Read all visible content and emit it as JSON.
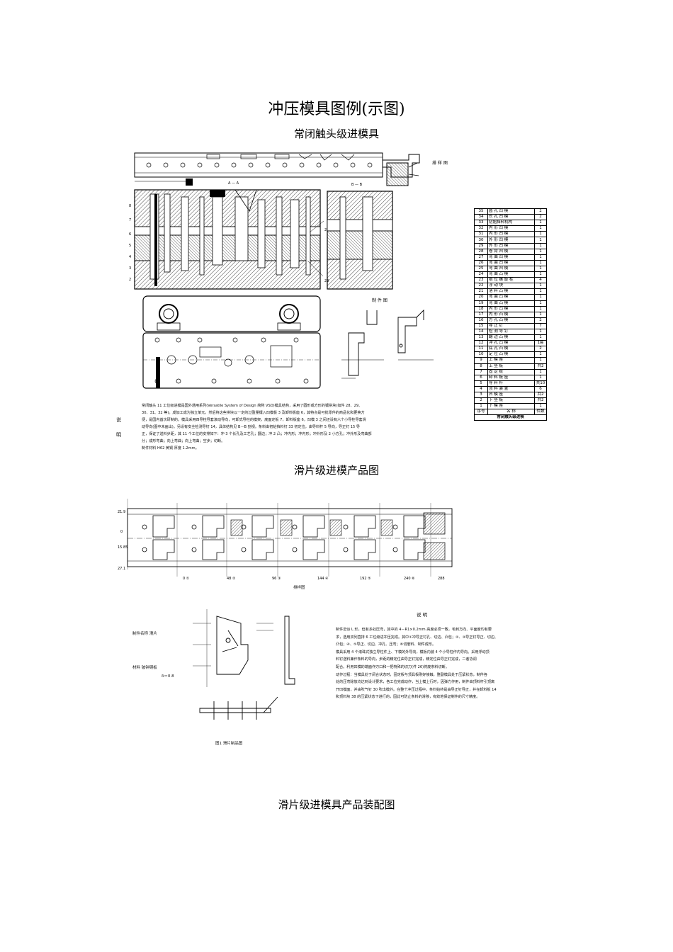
{
  "title": "冲压模具图例(示图)",
  "section1": {
    "caption": "常闭触头级进模具",
    "strip_label": "排 样 图",
    "section_aa": "A — A",
    "section_bb": "B — B",
    "part_label": "制 件 图",
    "side_label_1": "说",
    "side_label_2": "明",
    "description": [
      "常闭触头 11 工位级进模是国外通用系列(Versatile System of Design 简称 VSD)模具结构，采用了圆形或方形的镶拼块(如件 28、29、",
      "30、31、32 等)。成加工成为独立单元，然后将这些拼块以一定的过盈量镶入凹模板 3 及卸料板座 6，其特点是可批零件的商品化和更换方",
      "便，是国内首次研制的。模具采用四导柱导套滚动导向，可卸式导柱的模架，底面定板 7，卸料板座 6，凹模 3 之间还设有六个小导柱导套滑",
      "动导向(图中未画出)。另设有安全检测导钉 14，具体结构见 B－B 剖视。条料由初始挡料钉 33 初定位，由导料杆 5 导向，导正钉 15 导",
      "正，保证了送料步距，其 11 个工位的安排如下：冲 3 个长孔及工艺孔；翻边；冲 2 凸；冲内形；冲内形；冲外形及 2 小方孔；冲外形及弯曲部",
      "分；成形弯曲；向上弯曲；向上弯曲；空步；切断。",
      "制件材料 H62 黄铜  厚度 1.2mm。"
    ],
    "bom_footer_left": "序号",
    "bom_footer_mid": "名    称",
    "bom_footer_right": "件数",
    "bom_title": "常闭触头级进模",
    "bom": [
      {
        "no": "35",
        "name": "圆 孔 凹 模",
        "qty": "2"
      },
      {
        "no": "34",
        "name": "长 孔 凹 模",
        "qty": "2"
      },
      {
        "no": "33",
        "name": "初始挡料机构",
        "qty": "1"
      },
      {
        "no": "32",
        "name": "内 形 凹 模",
        "qty": "1"
      },
      {
        "no": "31",
        "name": "内 形 凹 模",
        "qty": "1"
      },
      {
        "no": "30",
        "name": "外 形 凹 模",
        "qty": "1"
      },
      {
        "no": "29",
        "name": "外 形 凹 模",
        "qty": "1"
      },
      {
        "no": "28",
        "name": "卷 臂 凹 模",
        "qty": "1"
      },
      {
        "no": "27",
        "name": "弯 曲 凹 模",
        "qty": "1"
      },
      {
        "no": "26",
        "name": "弯 曲 凹 模",
        "qty": "1"
      },
      {
        "no": "25",
        "name": "弯 曲 凹 模",
        "qty": "1"
      },
      {
        "no": "24",
        "name": "弯 曲 凸 模",
        "qty": "1"
      },
      {
        "no": "23",
        "name": "限 位 螺 旋 柱",
        "qty": "4"
      },
      {
        "no": "22",
        "name": "浮    动    块",
        "qty": "1"
      },
      {
        "no": "21",
        "name": "落 料 凸 模",
        "qty": "1"
      },
      {
        "no": "20",
        "name": "弯 曲 凸 模",
        "qty": "1"
      },
      {
        "no": "19",
        "name": "弯 曲 凸 模",
        "qty": "1"
      },
      {
        "no": "18",
        "name": "内 形 凸 模",
        "qty": "1"
      },
      {
        "no": "17",
        "name": "内 形 凸 模",
        "qty": "1"
      },
      {
        "no": "16",
        "name": "方 孔 凸 模",
        "qty": "2"
      },
      {
        "no": "15",
        "name": "导    正    钉",
        "qty": "7"
      },
      {
        "no": "14",
        "name": "检 测 导 钉",
        "qty": "1"
      },
      {
        "no": "13",
        "name": "翻 边 凸 模",
        "qty": "1"
      },
      {
        "no": "12",
        "name": "冲 孔 凸 模",
        "qty": "1套"
      },
      {
        "no": "11",
        "name": "底 孔 凸 模",
        "qty": "2"
      },
      {
        "no": "10",
        "name": "定 位 凸 模",
        "qty": "1"
      },
      {
        "no": "9",
        "name": "上    模    座",
        "qty": "1"
      },
      {
        "no": "8",
        "name": "上    垫    板",
        "qty": "共2"
      },
      {
        "no": "7",
        "name": "固    定    板",
        "qty": "1"
      },
      {
        "no": "6",
        "name": "卸 料 板 座",
        "qty": "1"
      },
      {
        "no": "5",
        "name": "导    料    杆",
        "qty": "共10"
      },
      {
        "no": "4",
        "name": "顶 料 装 置",
        "qty": "6"
      },
      {
        "no": "3",
        "name": "凹    模    座",
        "qty": "共2"
      },
      {
        "no": "2",
        "name": "下    垫    板",
        "qty": "共2"
      },
      {
        "no": "1",
        "name": "下    模    座",
        "qty": "1"
      }
    ]
  },
  "section2": {
    "caption": "滑片级进模产品图",
    "strip_label": "排样图",
    "strip_dims": [
      "21.9",
      "0",
      "15.85",
      "27.1"
    ],
    "strip_stations": [
      "0 ①",
      "48 ②",
      "96 ③",
      "144 ④",
      "192 ⑤",
      "240 ⑥",
      "288"
    ],
    "part_name_label": "制件名称  滑片",
    "material_label": "材料  铍钟铜板",
    "thickness_label": "δ＝0.8",
    "figure_caption": "图1  滑片制品图",
    "explain_title": "说    明",
    "explain": [
      "制件近似 L 形，但有多处压弯，其中的 4－R1×0.2mm 高度必须一致，毛刺方向、平面度均有要",
      "求，选用双列直排 6 工位级进冲压完成。其中①冲导正钉孔、切边、凸包；②、③导正钉导正、切边、",
      "凸包；④、⑤导正、切边、冲孔、压弯；⑥切废料、制件成形。",
      "模具采用 4 个滚珠式独立导柱件上、下模的外导向，模板内装 4 个小导柱作内导向。采用浮动顶",
      "料钉送料兼作条料的导向，步距的精定位由导正钉完成，精定位由导正钉完成，二者协调",
      "配合。利用凹模的端面作刃口和一把特殊的切刀(件 26)将废条料切断。",
      "动作过程：当模具处于闭合状态时，固定板与顶具板刚好接触，整副模具处于压紧状态，制件各",
      "处的压弯除放均达到设计要求，各工位完成动作，当上模上行时，因弹力作用，制件由顶料杆引顶离",
      "开凹模面，并由吹气钉 30 吹出模外。在整个冲压过程中，条料始终是由导正钉导正，并在卸料板 14",
      "和顶料块 38 的压紧状态下进行的，因此可防止条料的滑移，有效地保证制件的尺寸精度。"
    ]
  },
  "section3": {
    "caption": "滑片级进模具产品装配图"
  }
}
